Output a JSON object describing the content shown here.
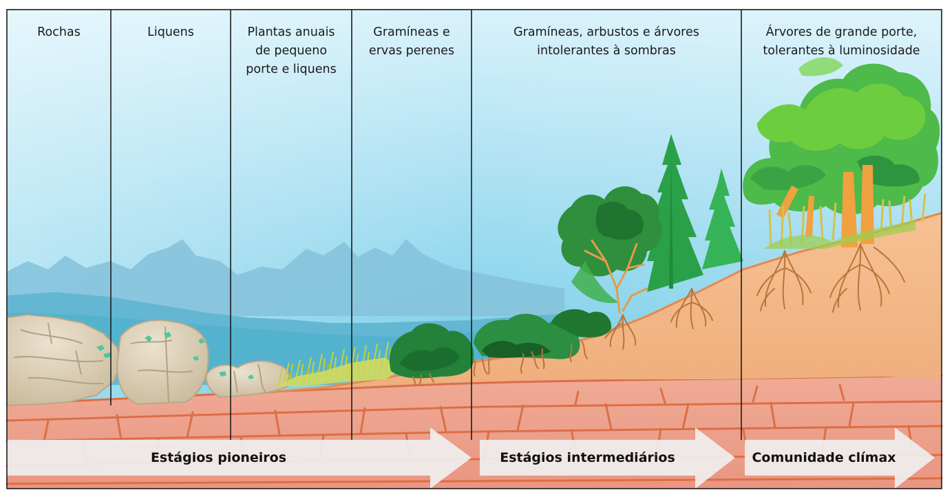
{
  "columns": [
    {
      "id": "rochas",
      "label": "Rochas"
    },
    {
      "id": "liquens",
      "label": "Liquens"
    },
    {
      "id": "plantas-anuais",
      "label": "Plantas anuais\nde pequeno\nporte e liquens"
    },
    {
      "id": "gramineas-ervas",
      "label": "Gramíneas e\nervas perenes"
    },
    {
      "id": "gramineas-arbustos-arvores",
      "label": "Gramíneas, arbustos e árvores\nintolerantes à sombras"
    },
    {
      "id": "arvores-grande-porte",
      "label": "Árvores de grande porte,\ntolerantes à luminosidade"
    }
  ],
  "stages": [
    {
      "id": "pioneiros",
      "label": "Estágios pioneiros"
    },
    {
      "id": "intermediarios",
      "label": "Estágios intermediários"
    },
    {
      "id": "climax",
      "label": "Comunidade clímax"
    }
  ],
  "colors": {
    "sky_top": "#d6f1fb",
    "sky_bottom": "#6fcbe6",
    "mountain_far": "#79b9d6",
    "mountain_near": "#5aaec9",
    "rock": "#d8ccb4",
    "lichen": "#4fc7a3",
    "soil": "#f3b585",
    "bedrock": "#eda08c",
    "bedrock_lines": "#d9663d",
    "grass_yellow": "#c9d63a",
    "shrub_dark": "#1f7a33",
    "tree_green": "#3db35a",
    "canopy_light": "#6bcf48",
    "trunk": "#f2a64a",
    "arrow": "#f2f2f2",
    "divider": "#1a1a1a"
  }
}
